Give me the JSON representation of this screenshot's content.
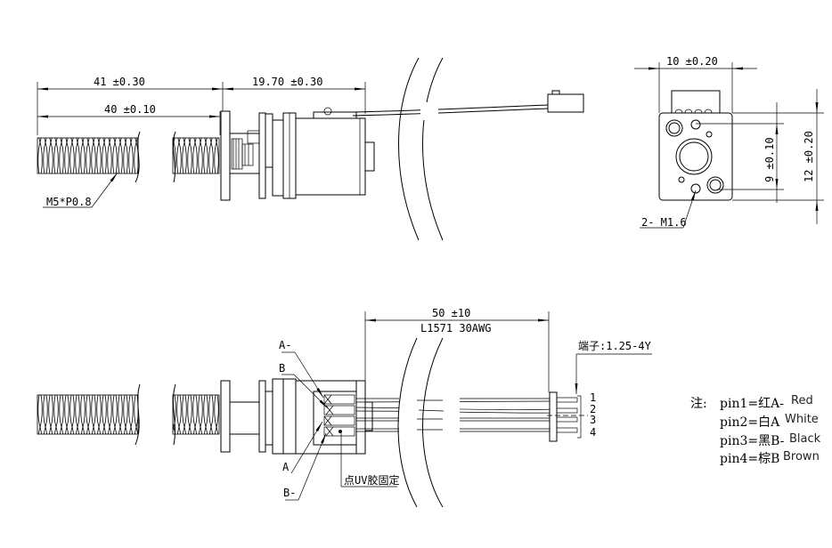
{
  "top_view": {
    "dim_total_screw": "41 ±0.30",
    "dim_thread": "40 ±0.10",
    "dim_motor": "19.70 ±0.30",
    "thread_label": "M5*P0.8"
  },
  "end_view": {
    "dim_width": "10 ±0.20",
    "dim_hole_spacing": "9 ±0.10",
    "dim_height": "12 ±0.20",
    "hole_label": "2- M1.6"
  },
  "bottom_view": {
    "dim_wire_length": "50 ±10",
    "wire_spec": "L1571 30AWG",
    "terminal_label": "端子:1.25-4Y",
    "pin_numbers": [
      "1",
      "2",
      "3",
      "4"
    ],
    "coil_labels": {
      "a_minus": "A-",
      "b": "B",
      "a": "A",
      "b_minus": "B-"
    },
    "glue_label": "点UV胶固定"
  },
  "notes": {
    "prefix": "注:",
    "pins": [
      {
        "pin": "pin1=红A-",
        "color": "Red"
      },
      {
        "pin": "pin2=白A",
        "color": "White"
      },
      {
        "pin": "pin3=黑B-",
        "color": "Black"
      },
      {
        "pin": "pin4=棕B",
        "color": "Brown"
      }
    ]
  }
}
